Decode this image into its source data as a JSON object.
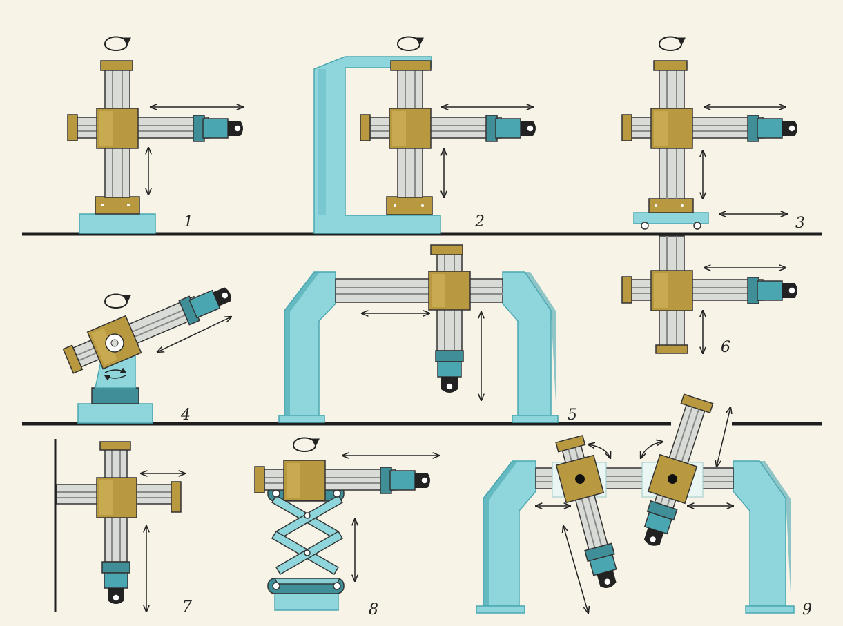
{
  "labels": {
    "robot_1": "1",
    "robot_2": "2",
    "robot_3": "3",
    "robot_4": "4",
    "robot_5": "5",
    "robot_6": "6",
    "robot_7": "7",
    "robot_8": "8",
    "robot_9": "9"
  },
  "colors": {
    "background": "#f7f3e6",
    "frame_cyan": "#8fd6dc",
    "frame_cyan_dark": "#4aa7b1",
    "block_gold": "#b9993f",
    "block_gold_light": "#d7bc63",
    "gripper_teal": "#3f8e98",
    "rod_grey": "#d9dcd6",
    "line_dark": "#1e1e1e"
  }
}
